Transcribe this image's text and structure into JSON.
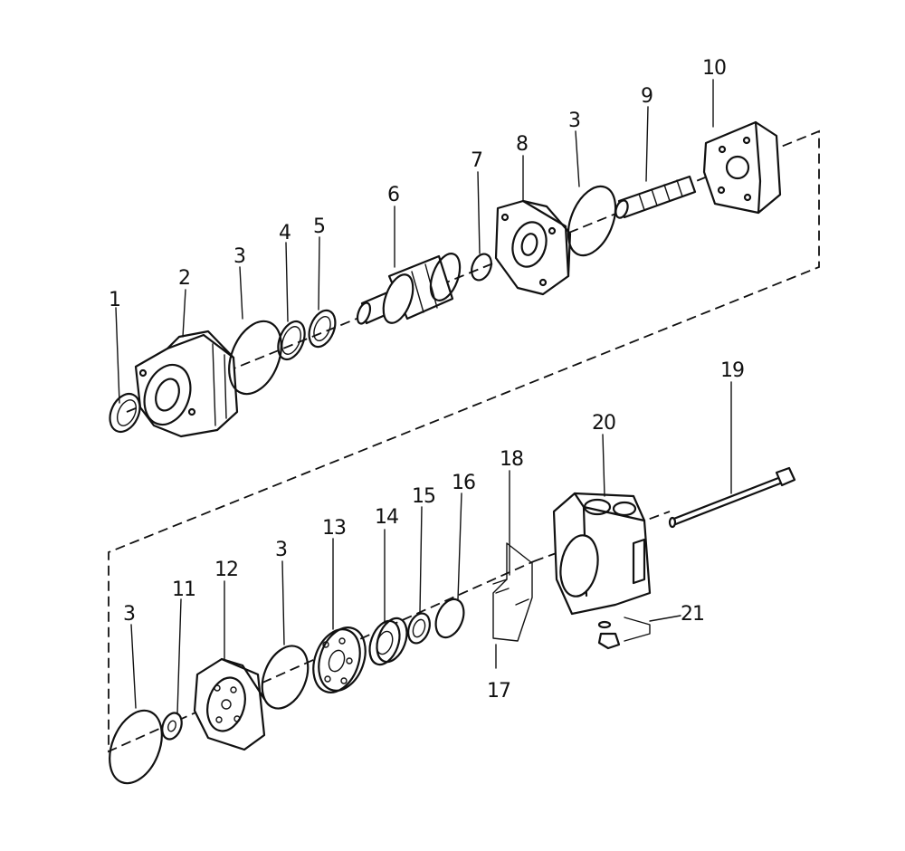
{
  "labels": {
    "p1": "1",
    "p2": "2",
    "p3a": "3",
    "p4": "4",
    "p5": "5",
    "p6": "6",
    "p7": "7",
    "p8": "8",
    "p3b": "3",
    "p9": "9",
    "p10": "10",
    "p19": "19",
    "p20": "20",
    "p18": "18",
    "p16": "16",
    "p15": "15",
    "p14": "14",
    "p13": "13",
    "p3c": "3",
    "p12": "12",
    "p11": "11",
    "p3d": "3",
    "p17": "17",
    "p21": "21"
  }
}
